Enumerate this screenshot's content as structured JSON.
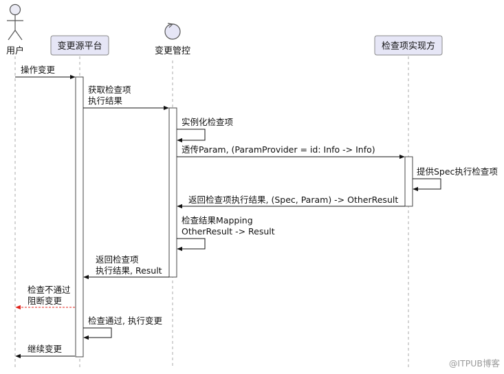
{
  "participants": {
    "user": "用户",
    "platform": "变更源平台",
    "control": "变更管控",
    "implementer": "检查项实现方"
  },
  "messages": {
    "m1": "操作变更",
    "m2_line1": "获取检查项",
    "m2_line2": "执行结果",
    "m3": "实例化检查项",
    "m4": "透传Param, (ParamProvider = id: Info -> Info)",
    "m5": "提供Spec执行检查项",
    "m6": "返回检查项执行结果, (Spec, Param) -> OtherResult",
    "m7_line1": "检查结果Mapping",
    "m7_line2": "OtherResult -> Result",
    "m8_line1": "返回检查项",
    "m8_line2": "执行结果, Result",
    "m9_line1": "检查不通过",
    "m9_line2": "阻断变更",
    "m10": "检查通过, 执行变更",
    "m11": "继续变更"
  },
  "watermark": "@ITPUB博客",
  "colors": {
    "participant_fill": "#e6e6f6",
    "participant_stroke": "#888888",
    "activation_fill": "#ffffff",
    "arrow": "#111111",
    "reject_arrow": "#e0211a",
    "lifeline": "#aaaaaa"
  }
}
